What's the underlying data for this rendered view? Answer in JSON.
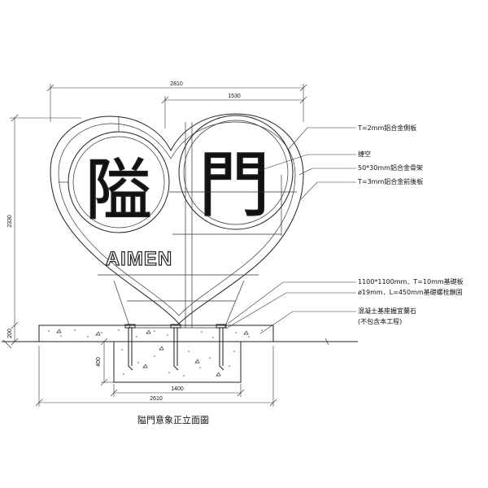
{
  "title": "隘門意象正立面圖",
  "logo": {
    "chars": [
      "隘",
      "門"
    ],
    "word": "AIMEN"
  },
  "dimensions": {
    "total_width": "2810",
    "right_width": "1530",
    "total_height": "2330",
    "base_height": "200",
    "footing_depth": "400",
    "footing_inner_width": "1400",
    "footing_outer_width": "2610"
  },
  "annotations": [
    "T=2mm鋁合金側板",
    "捷空",
    "50*30mm鋁合金骨架",
    "T=3mm鋁合金前後板",
    "1100*1100mm．T=10mm基礎板",
    "ø19mm．L=450mm基礎螺栓鎖固",
    "混凝土基座握宜蘭石",
    "(不包含本工程)"
  ]
}
